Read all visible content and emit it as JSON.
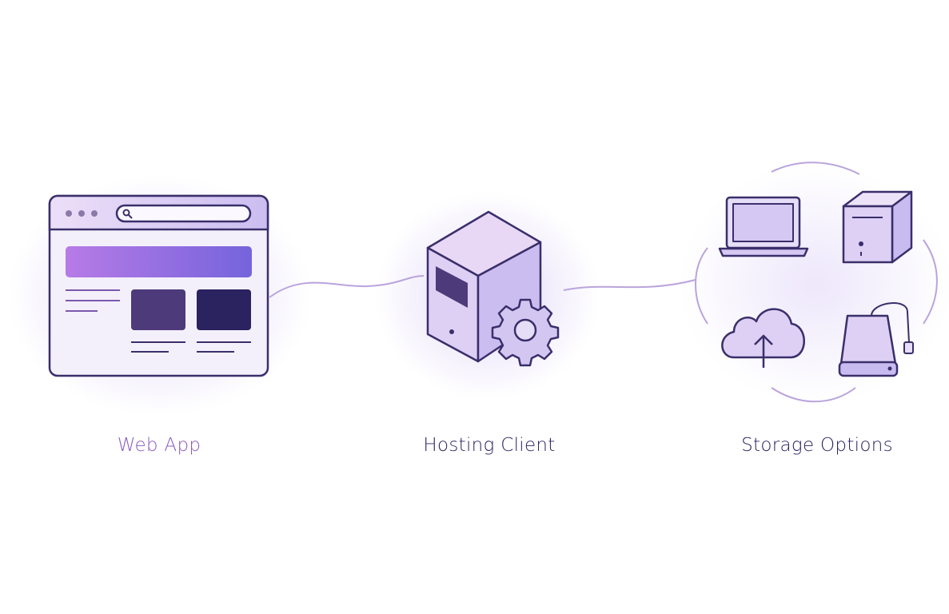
{
  "nodes": [
    {
      "id": "web-app",
      "label": "Web App",
      "icon": "browser-window-icon"
    },
    {
      "id": "hosting-client",
      "label": "Hosting Client",
      "icon": "server-gear-icon"
    },
    {
      "id": "storage-options",
      "label": "Storage Options",
      "icon": "storage-cluster-icon",
      "items": [
        "laptop-icon",
        "desktop-tower-icon",
        "cloud-upload-icon",
        "external-drive-icon"
      ]
    }
  ],
  "colors": {
    "accent": "#8a5cc0",
    "stroke": "#3a2f6b",
    "dark": "#2d2360",
    "fill": "#e6ddf7"
  }
}
